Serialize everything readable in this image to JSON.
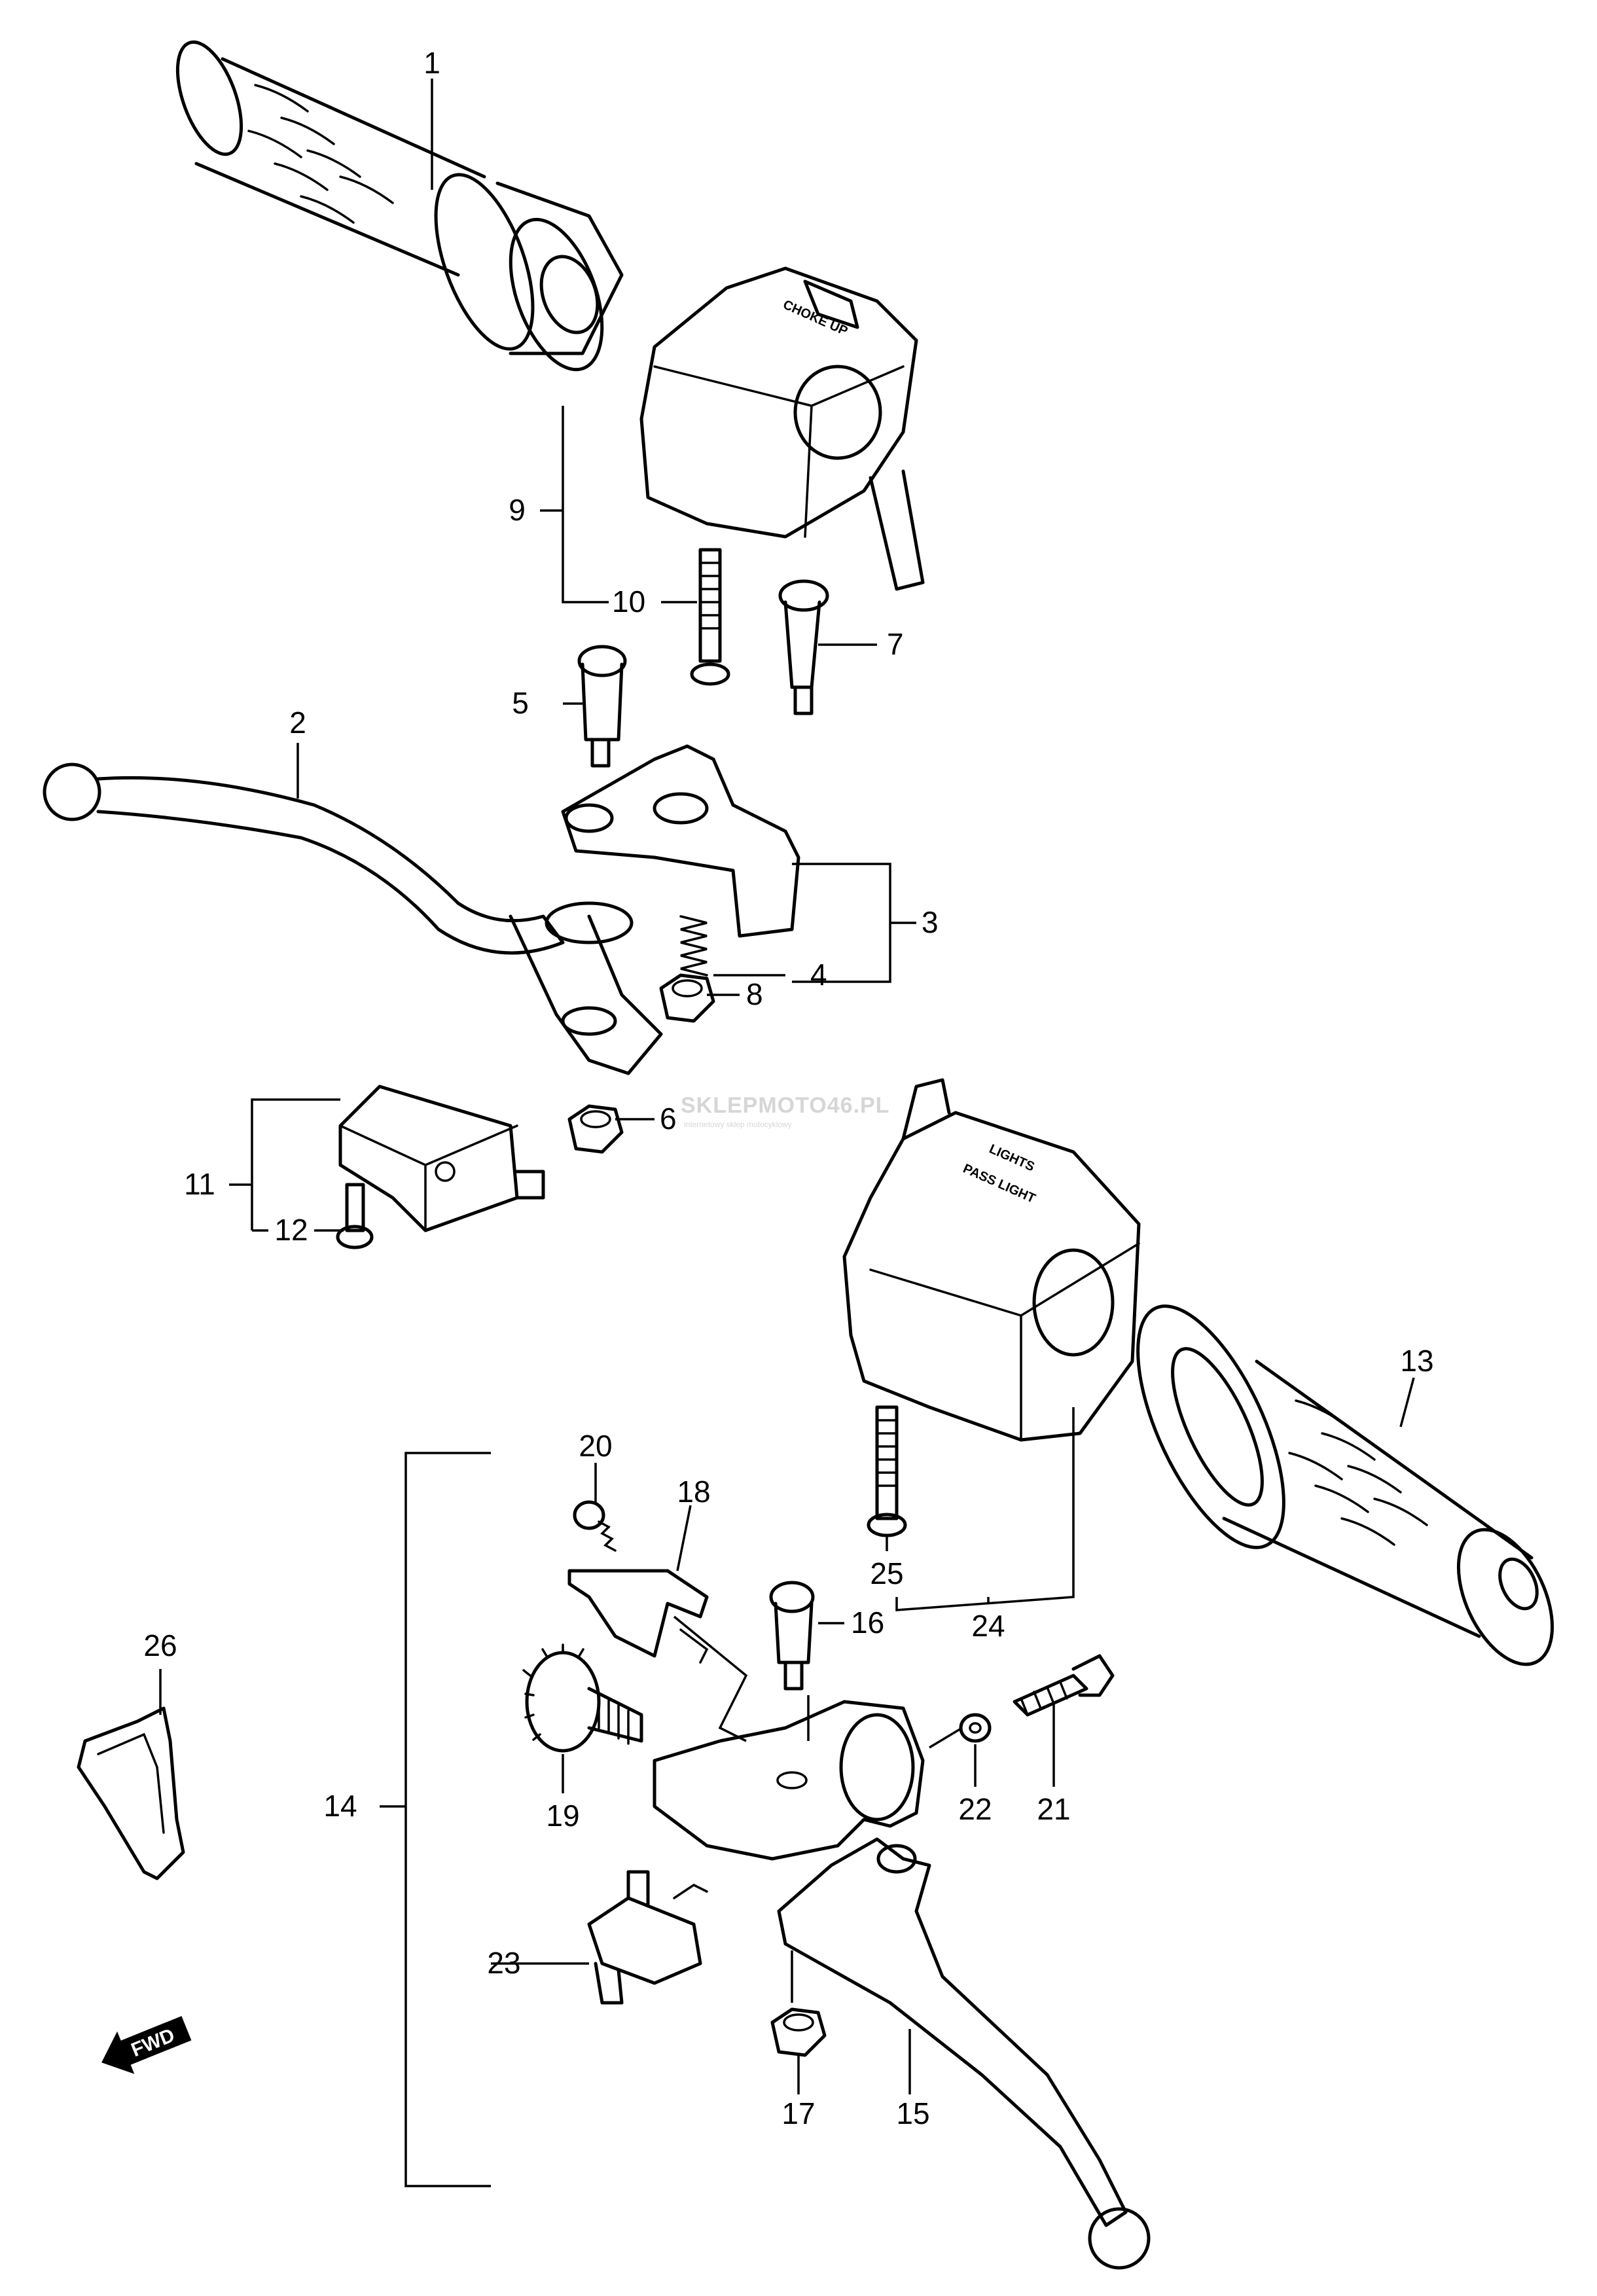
{
  "callouts": {
    "n1": "1",
    "n2": "2",
    "n3": "3",
    "n4": "4",
    "n5": "5",
    "n6": "6",
    "n7": "7",
    "n8": "8",
    "n9": "9",
    "n10": "10",
    "n11": "11",
    "n12": "12",
    "n13": "13",
    "n14": "14",
    "n15": "15",
    "n16": "16",
    "n17": "17",
    "n18": "18",
    "n19": "19",
    "n20": "20",
    "n21": "21",
    "n22": "22",
    "n23": "23",
    "n24": "24",
    "n25": "25",
    "n26": "26"
  },
  "switch_labels": {
    "left_switch": "CHOKE UP",
    "right_switch_top": "LIGHTS",
    "right_switch_bottom": "PASS LIGHT"
  },
  "direction_marker": "FWD",
  "watermark": {
    "brand_a": "SKLEP",
    "brand_b": "MOTO",
    "brand_c": "46",
    "brand_d": ".PL",
    "tagline": "internetowy sklep motocyklowy"
  }
}
